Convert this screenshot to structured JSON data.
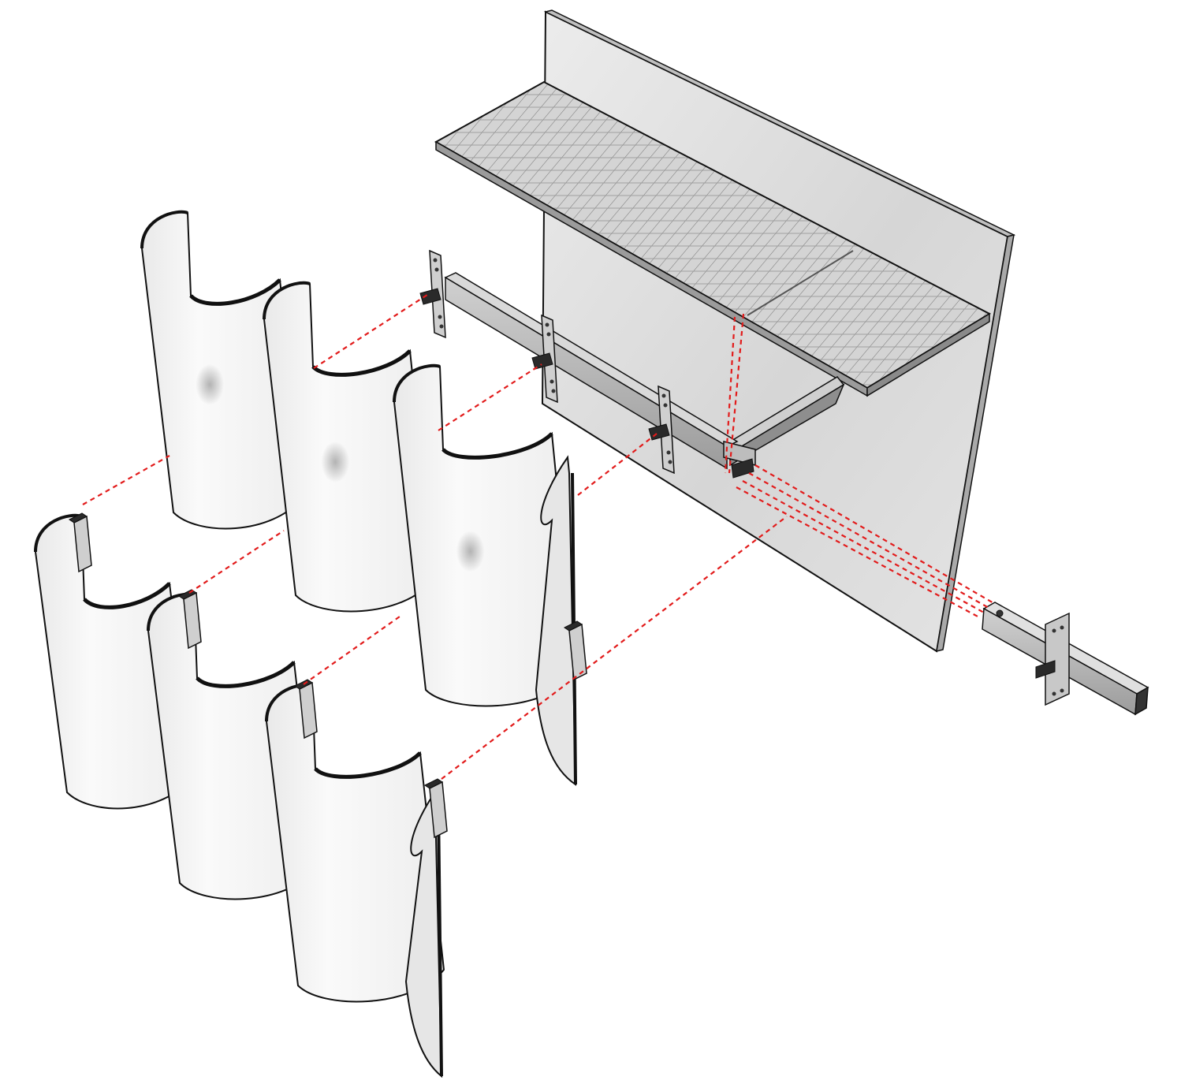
{
  "diagram": {
    "kind": "exploded isometric assembly",
    "colors": {
      "background": "#ffffff",
      "outline": "#111111",
      "wall": "#dcdcdc",
      "grating": "#cfcfcf",
      "glass": "#f3f3f3",
      "metal": "#bdbdbd",
      "dark_metal": "#2a2a2a",
      "leader": "#e21b1b"
    },
    "components": [
      {
        "id": "back-wall",
        "label": ""
      },
      {
        "id": "grating-shelf",
        "label": ""
      },
      {
        "id": "cantilever-arm",
        "label": ""
      },
      {
        "id": "horizontal-rail",
        "label": ""
      },
      {
        "id": "rail-brackets",
        "label": ""
      },
      {
        "id": "curved-glass-panels",
        "label": ""
      },
      {
        "id": "panel-clips",
        "label": ""
      },
      {
        "id": "rail-end-detail",
        "label": ""
      }
    ]
  }
}
